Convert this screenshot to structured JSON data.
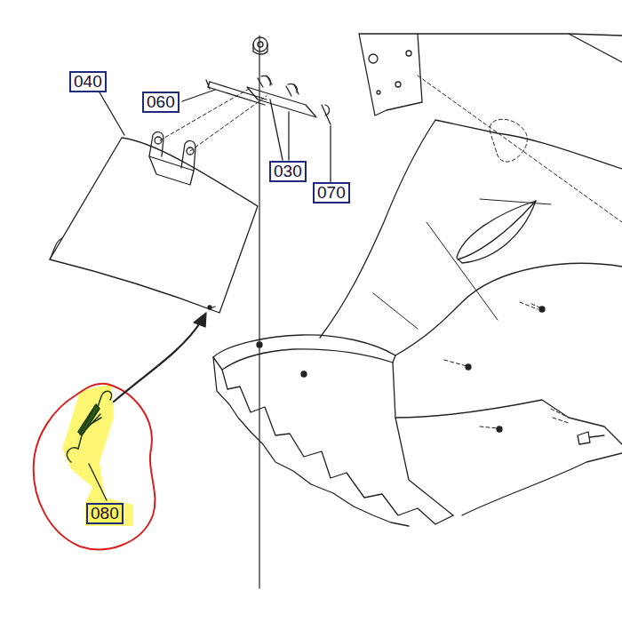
{
  "diagram": {
    "labels": [
      "040",
      "060",
      "030",
      "070",
      "080"
    ]
  }
}
